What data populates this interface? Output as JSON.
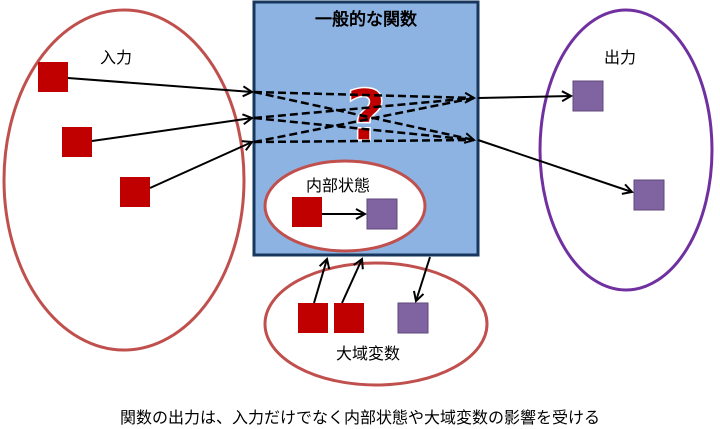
{
  "labels": {
    "input": "入力",
    "output": "出力",
    "function_title": "一般的な関数",
    "question_mark": "?",
    "internal_state": "内部状態",
    "global_variables": "大域変数",
    "caption": "関数の出力は、入力だけでなく内部状態や大域変数の影響を受ける"
  },
  "colors": {
    "input": "#c00000",
    "output": "#8064a2",
    "function_box_fill": "#8db3e2",
    "function_box_border": "#17375e",
    "input_ellipse": "#c0504d",
    "output_ellipse": "#7030a0",
    "question": "#c00000"
  }
}
